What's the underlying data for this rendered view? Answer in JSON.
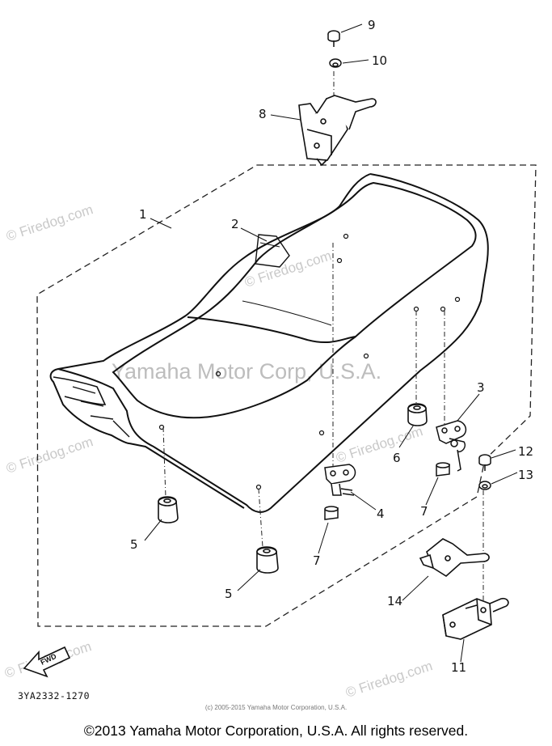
{
  "diagram": {
    "part_code": "3YA2332-1270",
    "fwd_label": "FWD",
    "callouts": [
      "1",
      "2",
      "3",
      "4",
      "5",
      "5",
      "6",
      "7",
      "7",
      "8",
      "9",
      "10",
      "11",
      "12",
      "13",
      "14"
    ],
    "watermark_brand": "Yamaha Motor Corp, U.S.A.",
    "watermark_site": "© Firedog.com",
    "small_copyright": "(c) 2005-2015 Yamaha Motor Corporation, U.S.A.",
    "footer_copyright": "©2013 Yamaha Motor Corporation, U.S.A. All rights reserved."
  }
}
